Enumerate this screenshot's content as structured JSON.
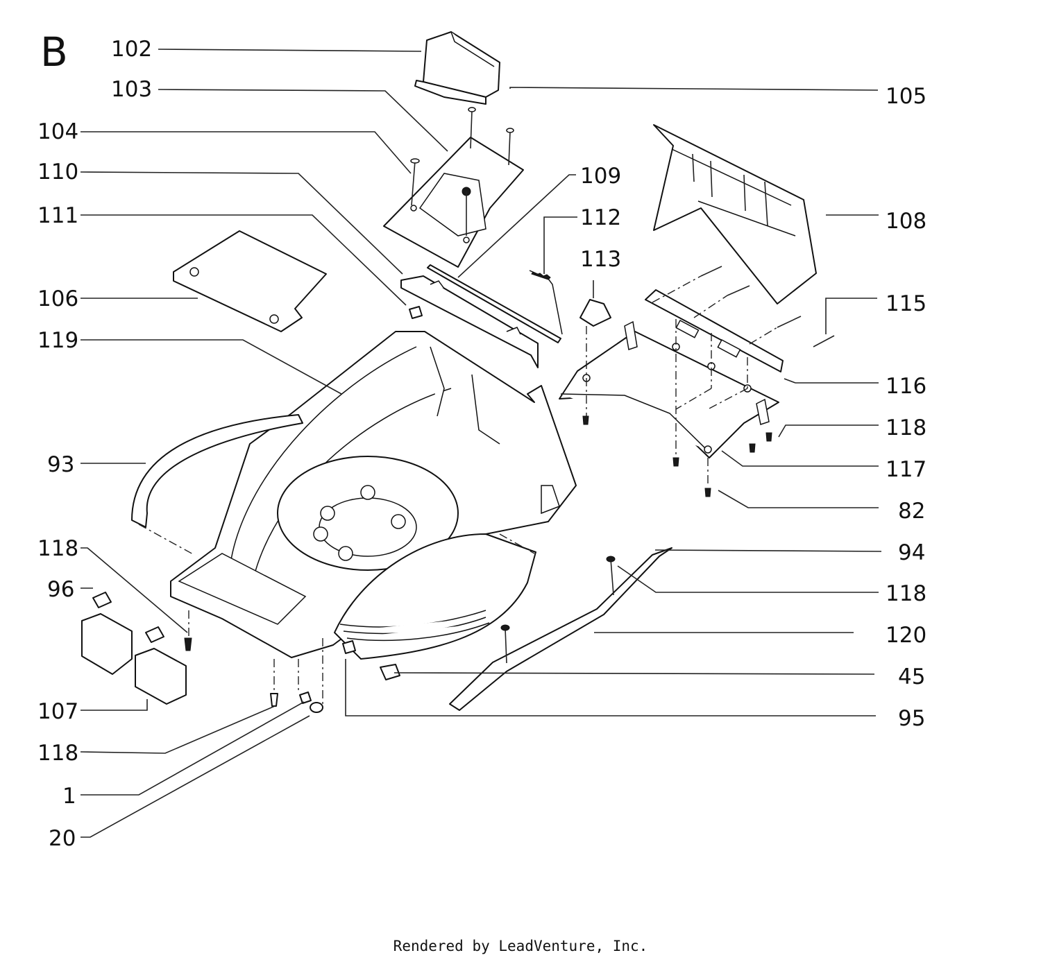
{
  "section_letter": "B",
  "footer_text": "Rendered by LeadVenture, Inc.",
  "callouts": {
    "c102": "102",
    "c103": "103",
    "c104": "104",
    "c105": "105",
    "c110": "110",
    "c109": "109",
    "c111": "111",
    "c112": "112",
    "c113": "113",
    "c108": "108",
    "c106": "106",
    "c115": "115",
    "c119": "119",
    "c116": "116",
    "c118a": "118",
    "c93": "93",
    "c117": "117",
    "c82": "82",
    "c118b": "118",
    "c94": "94",
    "c96": "96",
    "c118c": "118",
    "c120": "120",
    "c45": "45",
    "c107": "107",
    "c95": "95",
    "c118d": "118",
    "c1": "1",
    "c20": "20"
  }
}
